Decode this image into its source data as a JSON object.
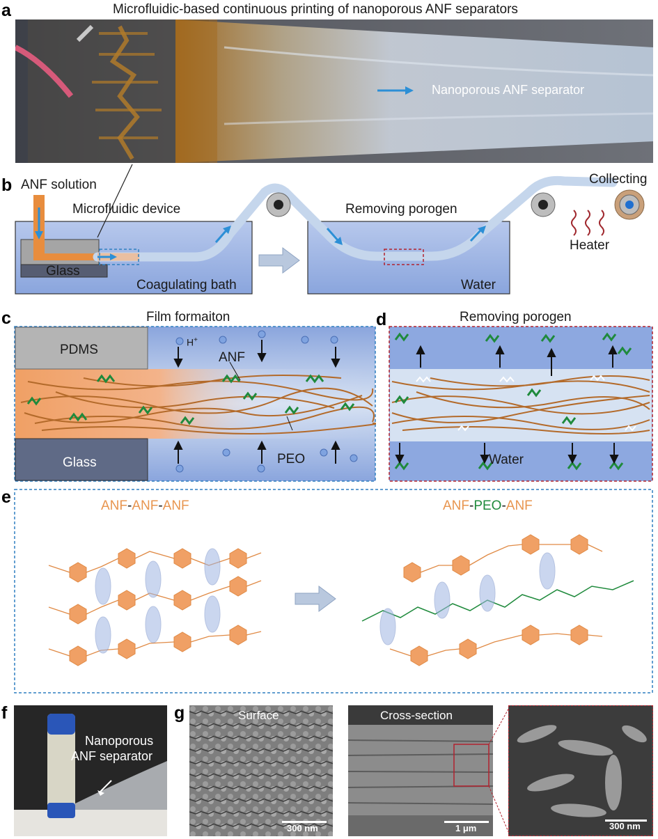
{
  "panels": {
    "a": {
      "letter": "a",
      "title": "Microfluidic-based continuous printing of nanoporous ANF separators",
      "separator_label": "Nanoporous ANF separator"
    },
    "b": {
      "letter": "b",
      "anf_solution": "ANF solution",
      "microfluidic_device": "Microfluidic device",
      "glass": "Glass",
      "coagulating_bath": "Coagulating bath",
      "removing_porogen": "Removing porogen",
      "water": "Water",
      "collecting": "Collecting",
      "heater": "Heater"
    },
    "c": {
      "letter": "c",
      "title": "Film formaiton",
      "pdms": "PDMS",
      "glass": "Glass",
      "h_plus": "H",
      "h_plus_sup": "+",
      "anf": "ANF",
      "peo": "PEO"
    },
    "d": {
      "letter": "d",
      "title": "Removing porogen",
      "water": "Water"
    },
    "e": {
      "letter": "e",
      "left_title": {
        "p1": "ANF",
        "d1": "-",
        "p2": "ANF",
        "d2": "-",
        "p3": "ANF"
      },
      "right_title": {
        "p1": "ANF",
        "d1": "-",
        "p2": "PEO",
        "d2": "-",
        "p3": "ANF"
      }
    },
    "f": {
      "letter": "f",
      "label_line1": "Nanoporous",
      "label_line2": "ANF separator"
    },
    "g": {
      "letter": "g",
      "surface": "Surface",
      "cross_section": "Cross-section",
      "scale1": "300 nm",
      "scale2": "1 μm",
      "scale3": "300 nm"
    }
  },
  "colors": {
    "anf_orange": "#e8954f",
    "peo_green": "#1f8a3c",
    "bath_blue": "#9fb6e3",
    "dash_blue": "#2e7fc0",
    "dash_red": "#b2222e",
    "arrow_blue": "#2c8fd6"
  }
}
